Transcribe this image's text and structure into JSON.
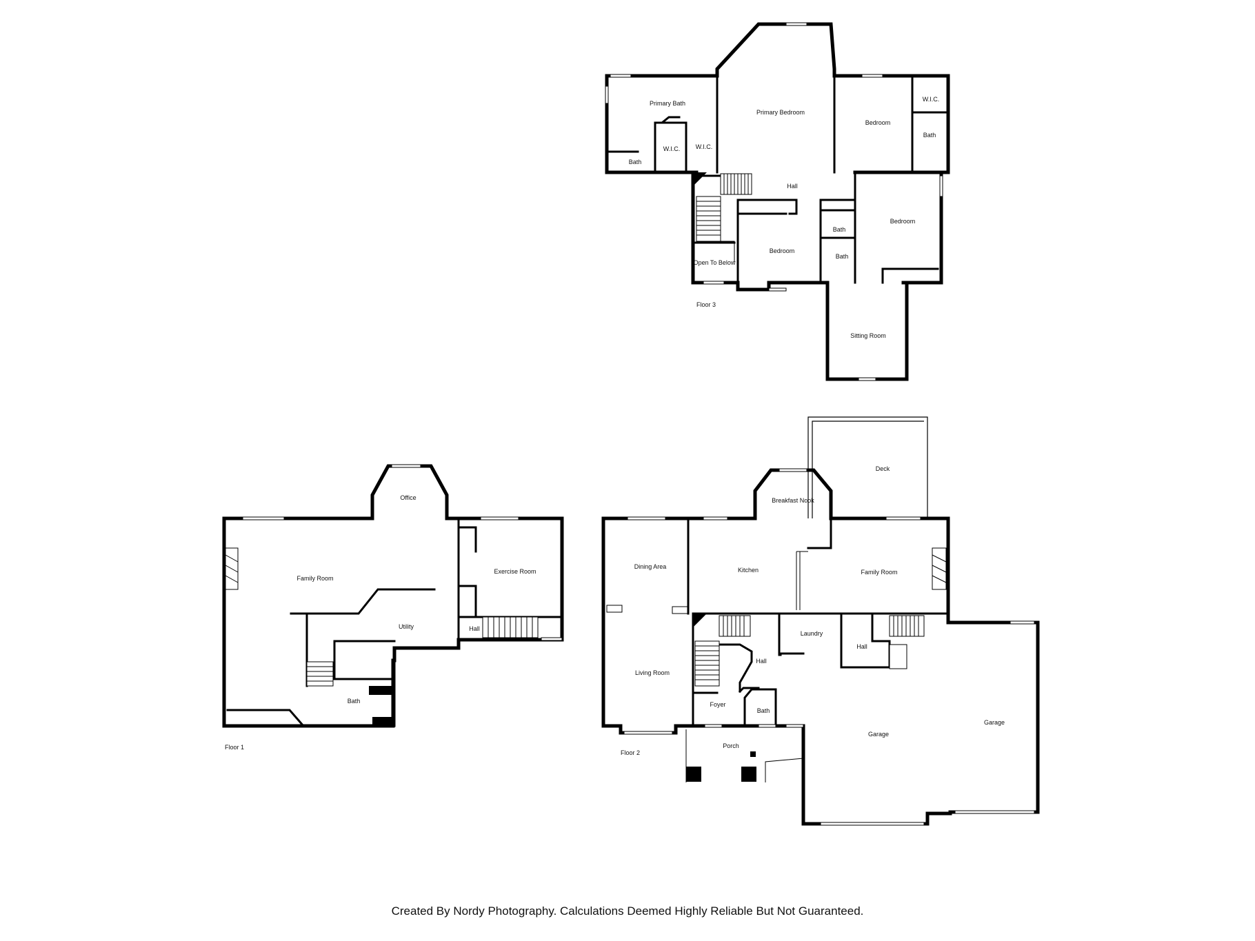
{
  "floors": [
    {
      "id": "floor-3",
      "label": "Floor 3",
      "rooms": [
        {
          "id": "primary-bath",
          "label": "Primary Bath"
        },
        {
          "id": "primary-bedroom",
          "label": "Primary Bedroom"
        },
        {
          "id": "bedroom-ne",
          "label": "Bedroom"
        },
        {
          "id": "wic-ne",
          "label": "W.I.C."
        },
        {
          "id": "bath-ne",
          "label": "Bath"
        },
        {
          "id": "wic-1",
          "label": "W.I.C."
        },
        {
          "id": "wic-2",
          "label": "W.I.C."
        },
        {
          "id": "bath-nw",
          "label": "Bath"
        },
        {
          "id": "hall",
          "label": "Hall"
        },
        {
          "id": "open-to-below",
          "label": "Open To Below"
        },
        {
          "id": "bedroom-mid",
          "label": "Bedroom"
        },
        {
          "id": "bath-mid-1",
          "label": "Bath"
        },
        {
          "id": "bath-mid-2",
          "label": "Bath"
        },
        {
          "id": "bedroom-east",
          "label": "Bedroom"
        },
        {
          "id": "sitting-room",
          "label": "Sitting Room"
        }
      ]
    },
    {
      "id": "floor-1",
      "label": "Floor 1",
      "rooms": [
        {
          "id": "office",
          "label": "Office"
        },
        {
          "id": "family-room",
          "label": "Family Room"
        },
        {
          "id": "exercise-room",
          "label": "Exercise Room"
        },
        {
          "id": "utility",
          "label": "Utility"
        },
        {
          "id": "hall",
          "label": "Hall"
        },
        {
          "id": "bath",
          "label": "Bath"
        }
      ]
    },
    {
      "id": "floor-2",
      "label": "Floor 2",
      "rooms": [
        {
          "id": "deck",
          "label": "Deck"
        },
        {
          "id": "breakfast-nook",
          "label": "Breakfast Nook"
        },
        {
          "id": "dining-area",
          "label": "Dining Area"
        },
        {
          "id": "kitchen",
          "label": "Kitchen"
        },
        {
          "id": "family-room",
          "label": "Family Room"
        },
        {
          "id": "laundry",
          "label": "Laundry"
        },
        {
          "id": "hall-a",
          "label": "Hall"
        },
        {
          "id": "hall-b",
          "label": "Hall"
        },
        {
          "id": "living-room",
          "label": "Living Room"
        },
        {
          "id": "foyer",
          "label": "Foyer"
        },
        {
          "id": "bath",
          "label": "Bath"
        },
        {
          "id": "porch",
          "label": "Porch"
        },
        {
          "id": "garage-1",
          "label": "Garage"
        },
        {
          "id": "garage-2",
          "label": "Garage"
        }
      ]
    }
  ],
  "footer": "Created By Nordy Photography. Calculations Deemed Highly Reliable But Not Guaranteed."
}
